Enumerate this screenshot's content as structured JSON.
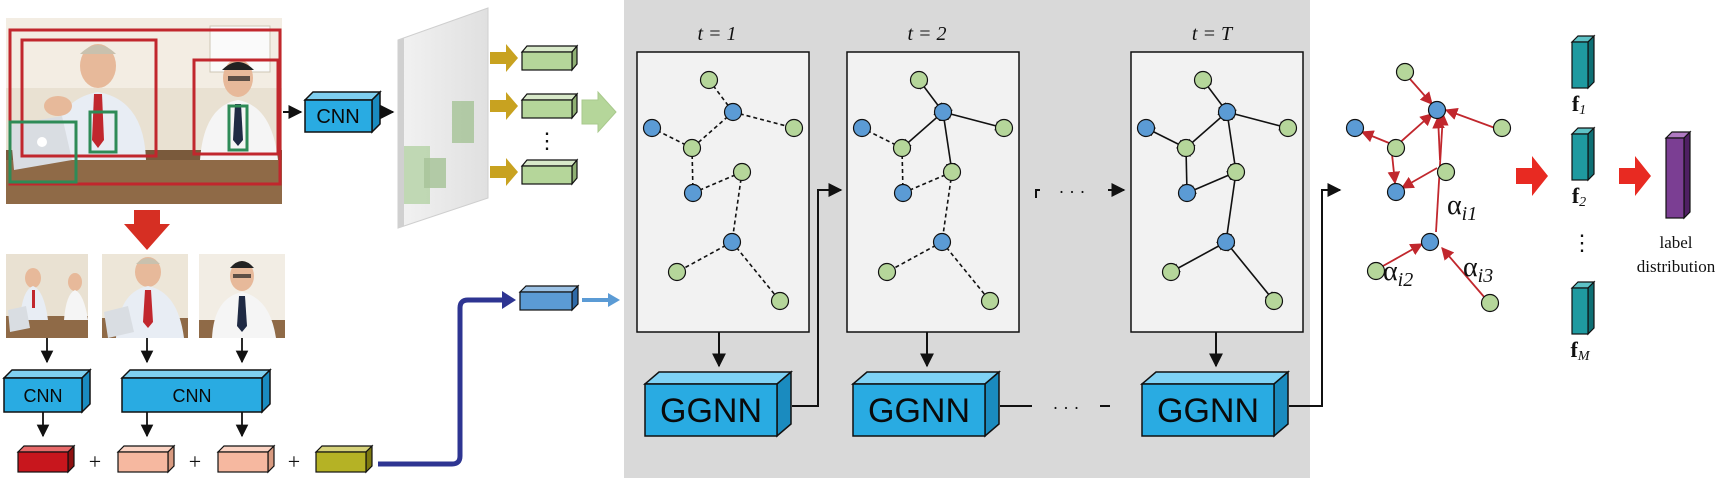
{
  "cnn_label": "CNN",
  "ggnn_label": "GGNN",
  "plus": "+",
  "ellipsis_h": "· · ·",
  "ellipsis_v": "⋮",
  "timesteps": [
    "t = 1",
    "t = 2",
    "t = T"
  ],
  "alpha": {
    "base": "α",
    "sub1": "i1",
    "sub2": "i2",
    "sub3": "i3"
  },
  "features": {
    "f1": {
      "main": "f",
      "sub": "1"
    },
    "f2": {
      "main": "f",
      "sub": "2"
    },
    "fM": {
      "main": "f",
      "sub": "M"
    }
  },
  "output": {
    "line1": "label",
    "line2": "distribution"
  },
  "colors": {
    "cnn_blue": "#29abe2",
    "ggnn_blue": "#29abe2",
    "node_green": "#b5d69a",
    "node_blue": "#5b9bd5",
    "red_arrow": "#e82a22",
    "attention_red": "#c1272d",
    "panel_gray": "#d9d9d9",
    "navy": "#2e3592",
    "olive": "#c8a220"
  }
}
